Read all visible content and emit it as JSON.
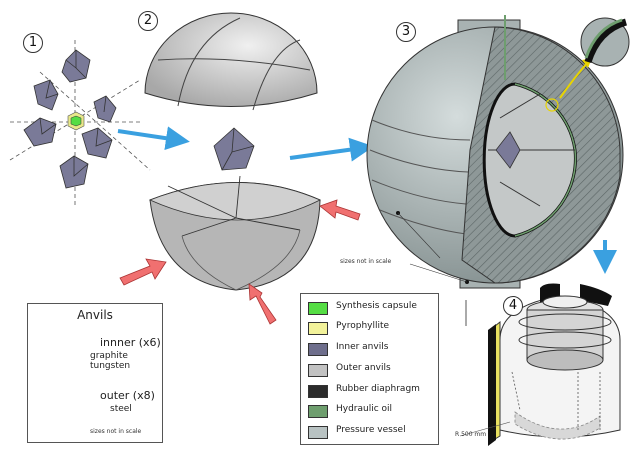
{
  "steps": [
    "1",
    "2",
    "3",
    "4"
  ],
  "notes": {
    "sizes_not_in_scale_main": "sizes not in scale",
    "sizes_not_in_scale_panel": "sizes not in scale",
    "scale_label": "R 500 mm"
  },
  "anvils_panel": {
    "title": "Anvils",
    "inner_label": "innner (x6)",
    "inner_material_1": "graphite",
    "inner_material_2": "tungsten",
    "outer_label": "outer (x8)",
    "outer_material": "steel"
  },
  "legend": [
    {
      "label": "Synthesis capsule",
      "color": "#55dd44"
    },
    {
      "label": "Pyrophyllite",
      "color": "#f2f29a"
    },
    {
      "label": "Inner anvils",
      "color": "#6e6e8c"
    },
    {
      "label": "Outer anvils",
      "color": "#c2c2c2"
    },
    {
      "label": "Rubber diaphragm",
      "color": "#2c2c2c"
    },
    {
      "label": "Hydraulic oil",
      "color": "#6e9e6e"
    },
    {
      "label": "Pressure vessel",
      "color": "#b8c2c2"
    }
  ],
  "colors": {
    "arrow_blue": "#3aa0e0",
    "arrow_red": "#f07070",
    "inner_anvil": "#6e6e8c",
    "outer_anvil": "#c8c8c8",
    "vessel": "#b8c2c2",
    "capsule": "#55dd44"
  }
}
